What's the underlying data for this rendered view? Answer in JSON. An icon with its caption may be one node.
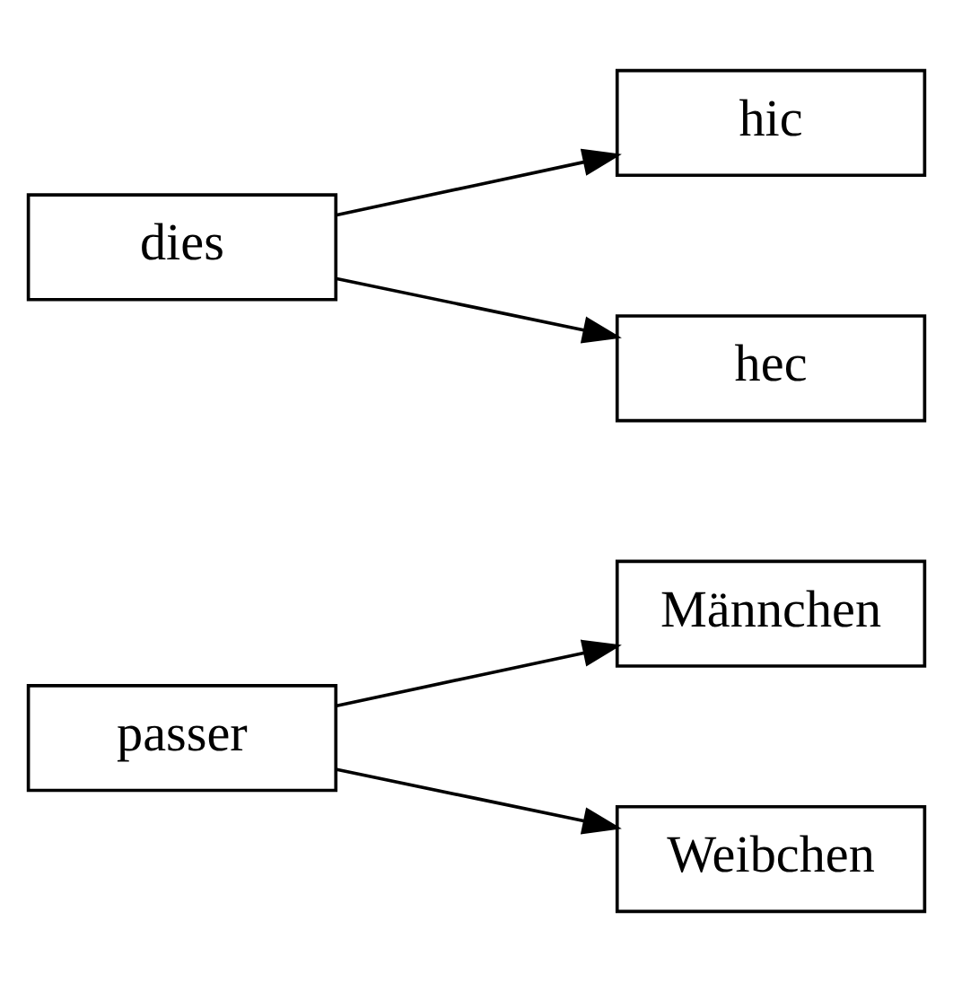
{
  "diagram": {
    "nodes": [
      {
        "text": [
          "passer"
        ]
      },
      {
        "text": [
          "Männchen"
        ]
      },
      {
        "text": [
          "Weibchen"
        ]
      },
      {
        "text": [
          "dies"
        ]
      },
      {
        "text": [
          "hic"
        ]
      },
      {
        "text": [
          "hec"
        ]
      }
    ],
    "edges": [
      {
        "from": 0,
        "to": 1,
        "arrow": "to"
      },
      {
        "from": 0,
        "to": 2,
        "arrow": "to"
      },
      {
        "from": 3,
        "to": 4,
        "arrow": "to"
      },
      {
        "from": 3,
        "to": 5,
        "arrow": "to"
      }
    ]
  }
}
